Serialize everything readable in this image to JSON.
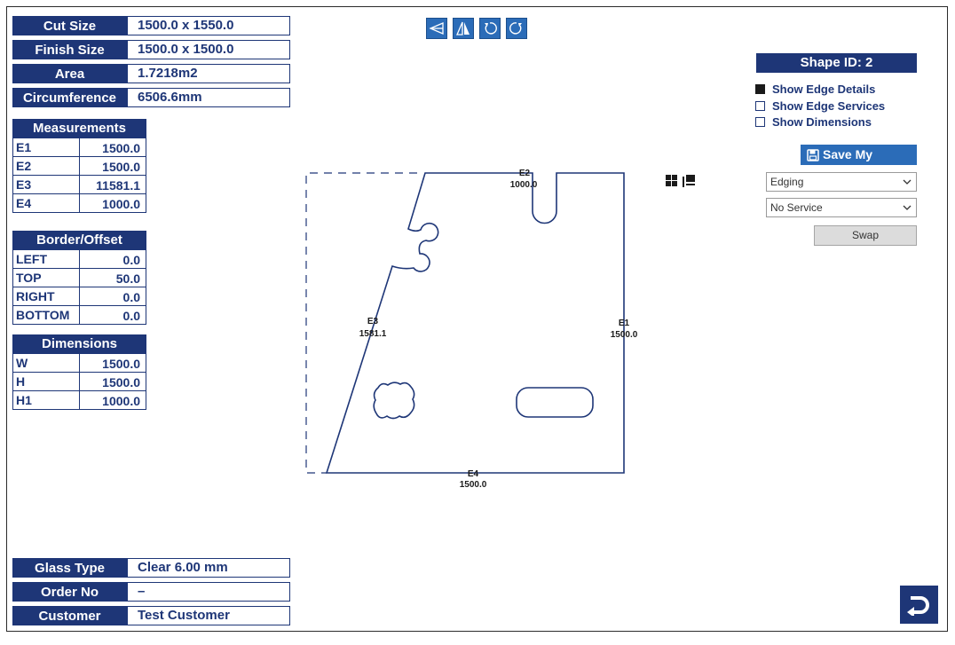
{
  "summary": {
    "cut_size": {
      "label": "Cut Size",
      "value": "1500.0 x 1550.0"
    },
    "finish_size": {
      "label": "Finish Size",
      "value": "1500.0 x 1500.0"
    },
    "area": {
      "label": "Area",
      "value": "1.7218m2"
    },
    "circumference": {
      "label": "Circumference",
      "value": "6506.6mm"
    }
  },
  "measurements": {
    "title": "Measurements",
    "rows": [
      {
        "key": "E1",
        "value": "1500.0"
      },
      {
        "key": "E2",
        "value": "1500.0"
      },
      {
        "key": "E3",
        "value": "11581.1"
      },
      {
        "key": "E4",
        "value": "1000.0"
      }
    ]
  },
  "border_offset": {
    "title": "Border/Offset",
    "rows": [
      {
        "key": "LEFT",
        "value": "0.0"
      },
      {
        "key": "TOP",
        "value": "50.0"
      },
      {
        "key": "RIGHT",
        "value": "0.0"
      },
      {
        "key": "BOTTOM",
        "value": "0.0"
      }
    ]
  },
  "dimensions": {
    "title": "Dimensions",
    "rows": [
      {
        "key": "W",
        "value": "1500.0"
      },
      {
        "key": "H",
        "value": "1500.0"
      },
      {
        "key": "H1",
        "value": "1000.0"
      }
    ]
  },
  "footer": {
    "glass_type": {
      "label": "Glass Type",
      "value": "Clear 6.00 mm"
    },
    "order_no": {
      "label": "Order No",
      "value": "–"
    },
    "customer": {
      "label": "Customer",
      "value": "Test Customer"
    }
  },
  "toolbar": {
    "icons": [
      "flip-horizontal-icon",
      "mirror-icon",
      "rotate-left-icon",
      "rotate-right-icon"
    ]
  },
  "right_panel": {
    "shape_id": "Shape ID: 2",
    "checkboxes": [
      {
        "label": "Show Edge Details",
        "checked": true
      },
      {
        "label": "Show Edge Services",
        "checked": false
      },
      {
        "label": "Show Dimensions",
        "checked": false
      }
    ],
    "save_label": "Save My Settings",
    "edging_select": "Edging",
    "service_select": "No Service",
    "swap_label": "Swap"
  },
  "drawing": {
    "edges": {
      "e1": {
        "name": "E1",
        "value": "1500.0"
      },
      "e2": {
        "name": "E2",
        "value": "1000.0"
      },
      "e3": {
        "name": "E3",
        "value": "1581.1"
      },
      "e4": {
        "name": "E4",
        "value": "1500.0"
      }
    }
  },
  "colors": {
    "navy": "#1e3677",
    "button_blue": "#2b6cb8",
    "swap_gray": "#dcdcdc"
  }
}
